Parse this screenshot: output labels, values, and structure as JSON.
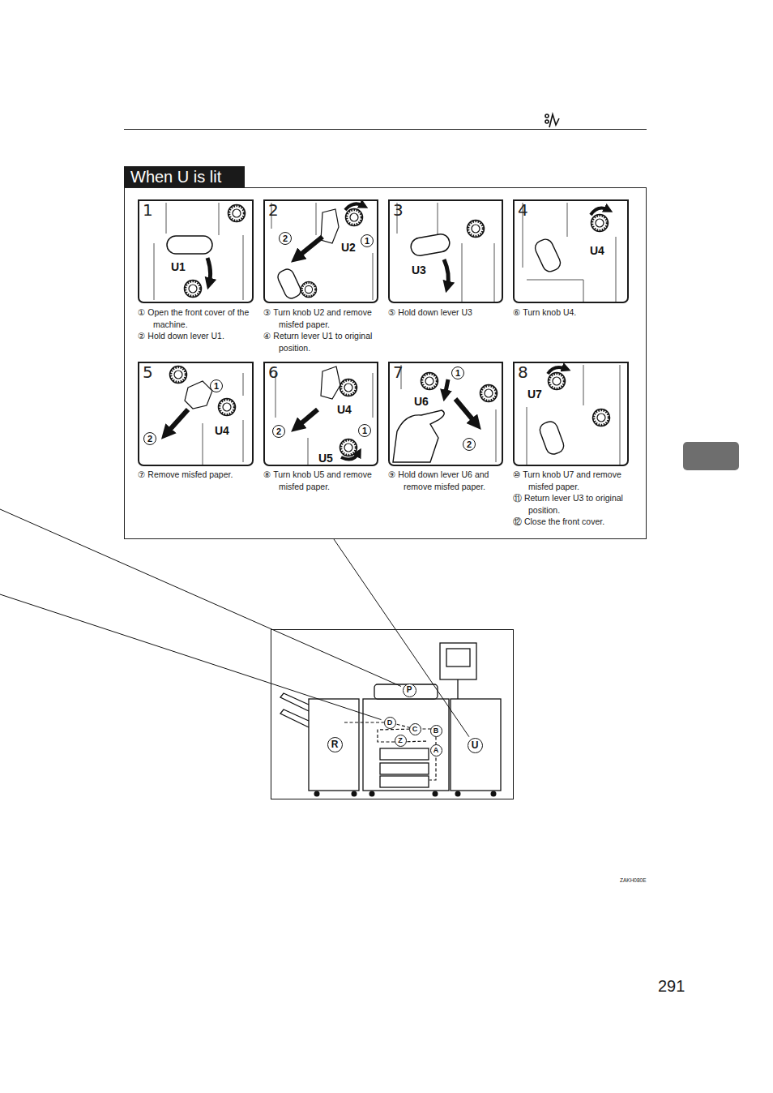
{
  "diagram": {
    "nodes": [
      {
        "text": [
          "When U is lit"
        ]
      },
      {
        "text": [
          "1",
          "U1"
        ],
        "in": 0
      },
      {
        "text": [
          "2",
          "U2"
        ],
        "in": 0
      },
      {
        "text": [
          "2"
        ],
        "in": 2
      },
      {
        "text": [
          "1"
        ],
        "in": 2
      },
      {
        "text": [
          "3",
          "U3"
        ],
        "in": 0
      },
      {
        "text": [
          "4",
          "U4"
        ],
        "in": 0
      },
      {
        "text": [
          "5",
          "U4"
        ],
        "in": 0
      },
      {
        "text": [
          "1"
        ],
        "in": 7
      },
      {
        "text": [
          "2"
        ],
        "in": 7
      },
      {
        "text": [
          "6",
          "U4",
          "U5"
        ],
        "in": 0
      },
      {
        "text": [
          "2"
        ],
        "in": 10
      },
      {
        "text": [
          "1"
        ],
        "in": 10
      },
      {
        "text": [
          "7",
          "U6"
        ],
        "in": 0
      },
      {
        "text": [
          "1"
        ],
        "in": 13
      },
      {
        "text": [
          "2"
        ],
        "in": 13
      },
      {
        "text": [
          "8",
          "U7"
        ],
        "in": 0
      },
      {
        "text": [
          "P"
        ]
      },
      {
        "text": [
          "D"
        ]
      },
      {
        "text": [
          "C"
        ]
      },
      {
        "text": [
          "B"
        ]
      },
      {
        "text": [
          "Z"
        ]
      },
      {
        "text": [
          "A"
        ]
      },
      {
        "text": [
          "R"
        ]
      },
      {
        "text": [
          "U"
        ]
      }
    ],
    "edges": [
      {
        "from": 0,
        "to": 24,
        "arrow": "none"
      }
    ],
    "labels": [
      "① Open the front cover of the machine.",
      "② Hold down lever U1.",
      "③ Turn knob U2 and remove misfed paper.",
      "④ Return lever U1 to original position.",
      "⑤ Hold down lever U3",
      "⑥ Turn knob U4.",
      "⑦ Remove misfed paper.",
      "⑧ Turn knob U5 and remove misfed paper.",
      "⑨ Hold down lever U6 and remove misfed paper.",
      "⑩ Turn knob U7 and remove misfed paper.",
      "⑪ Return lever U3 to original position.",
      "⑫ Close the front cover.",
      "ZAKH080E",
      "291"
    ]
  }
}
